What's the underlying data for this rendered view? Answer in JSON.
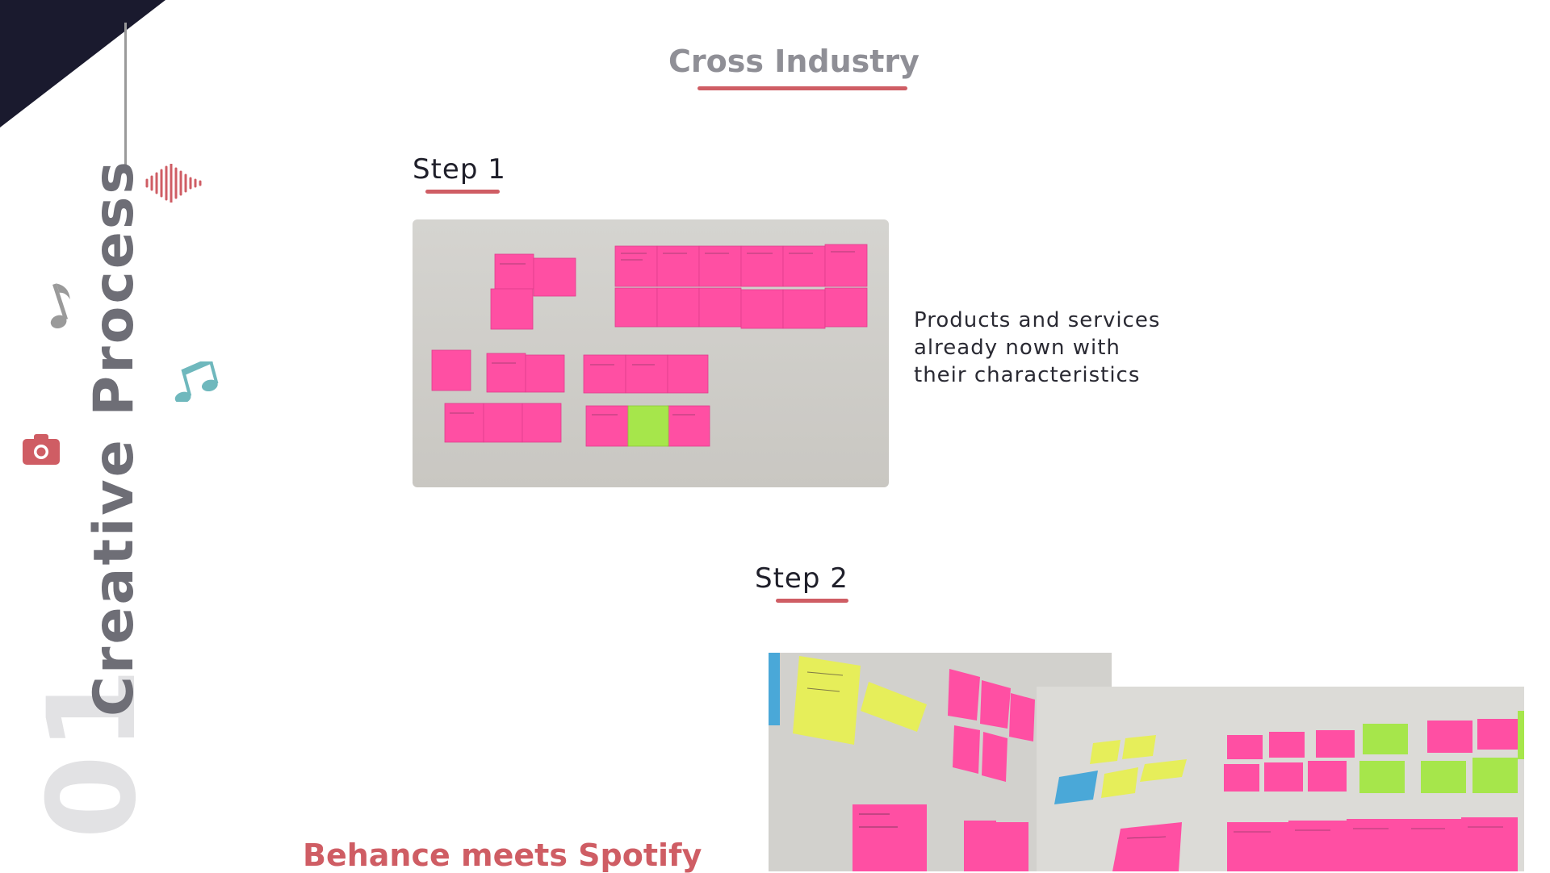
{
  "sidebar": {
    "number": "01",
    "title": "Creative Process",
    "icons": [
      "soundwave-icon",
      "music-note-icon",
      "music-notes-icon",
      "camera-icon"
    ]
  },
  "main": {
    "heading": "Cross Industry",
    "step1": {
      "label": "Step 1",
      "description": "Products and services\nalready nown with\ntheir characteristics"
    },
    "step2": {
      "label": "Step 2"
    },
    "footer_title": "Behance meets Spotify"
  },
  "colors": {
    "accent": "#cf5d64",
    "dark": "#1a1a2e",
    "teal": "#6fb8bd",
    "gray": "#9a9a9a",
    "sticky_pink": "#ff4fa3",
    "sticky_green": "#a6e64b",
    "sticky_yellow": "#e6ee5a",
    "sticky_blue": "#4aa8d8"
  }
}
